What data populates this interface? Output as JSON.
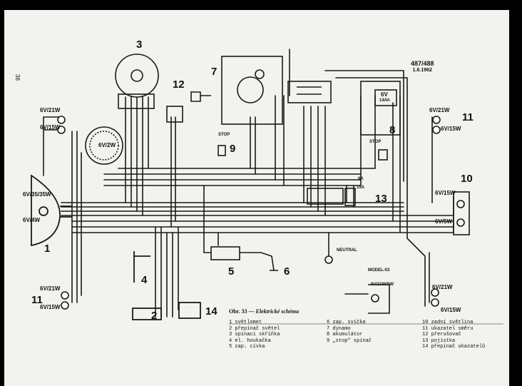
{
  "page_number": "38",
  "model_code": "487/488",
  "date": "1.6.1962",
  "caption_prefix": "Obr. 33 —",
  "caption_title": "Elektrické schéma",
  "components": {
    "c1": "1",
    "c2": "2",
    "c3": "3",
    "c4": "4",
    "c5": "5",
    "c6": "6",
    "c7": "7",
    "c8": "8",
    "c9": "9",
    "c10": "10",
    "c11a": "11",
    "c11b": "11",
    "c12": "12",
    "c13": "13",
    "c14": "14"
  },
  "labels": {
    "front_top_lamp": "6V/21W",
    "front_top_lamp2": "6V/15W",
    "speedo_lamp": "6V/2W",
    "headlamp_main": "6V/35/35W",
    "headlamp_park": "6V/4W",
    "front_bottom_lamp": "6V/21W",
    "front_bottom_lamp2": "6V/15W",
    "rear_top_lamp": "6V/21W",
    "rear_top_lamp2": "6V/15W",
    "tail_lamp": "6V/15W",
    "tail_lamp2": "6V/5W",
    "rear_bottom_lamp": "6V/21W",
    "rear_bottom_lamp2": "6V/15W",
    "battery": "6V",
    "battery_cap": "14Ah",
    "stop_front": "STOP",
    "stop_rear": "STOP",
    "fuse_a": "8A",
    "fuse_b": "15A",
    "neutral": "NEUTRAL",
    "model_tag": "MODEL-03",
    "model_lamp": "6V/21W/5W"
  },
  "legend": {
    "col1": [
      "1 světlomet",
      "2 přepínač světel",
      "3 spínací skříňka",
      "4 el. houkačka",
      "5 zap. cívka"
    ],
    "col2": [
      "6 zap. svíčka",
      "7 dynamo",
      "8 akumulátor",
      "9 „stop“ spínač"
    ],
    "col3": [
      "10 zadní světlina",
      "11 ukazatel směru",
      "12 přerušovač",
      "13 pojistka",
      "14 přepínač ukazatelů"
    ]
  }
}
